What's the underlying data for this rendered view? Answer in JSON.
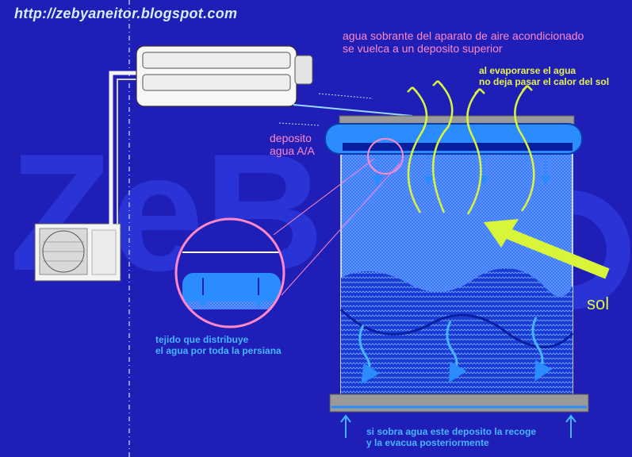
{
  "url": "http://zebyaneitor.blogspot.com",
  "labels": {
    "overflow_water": [
      "agua sobrante del aparato de aire acondicionado",
      "se vuelca a un deposito superior"
    ],
    "reservoir": [
      "deposito",
      "agua A/A"
    ],
    "evaporation": [
      "al evaporarse el agua",
      "no deja pasar el calor del sol"
    ],
    "fabric": [
      "tejido que distribuye",
      "el agua por toda la persiana"
    ],
    "bottom_reservoir": [
      "si sobra agua este deposito la recoge",
      "y la evacua posteriormente"
    ],
    "sun": "sol"
  },
  "colors": {
    "background": "#1f1fb8",
    "water": "#2a8cff",
    "annotation_pink": "#ff88c8",
    "annotation_yellow": "#e6f24a",
    "annotation_cyan": "#46b4ff",
    "sun": "#d9f53a"
  }
}
